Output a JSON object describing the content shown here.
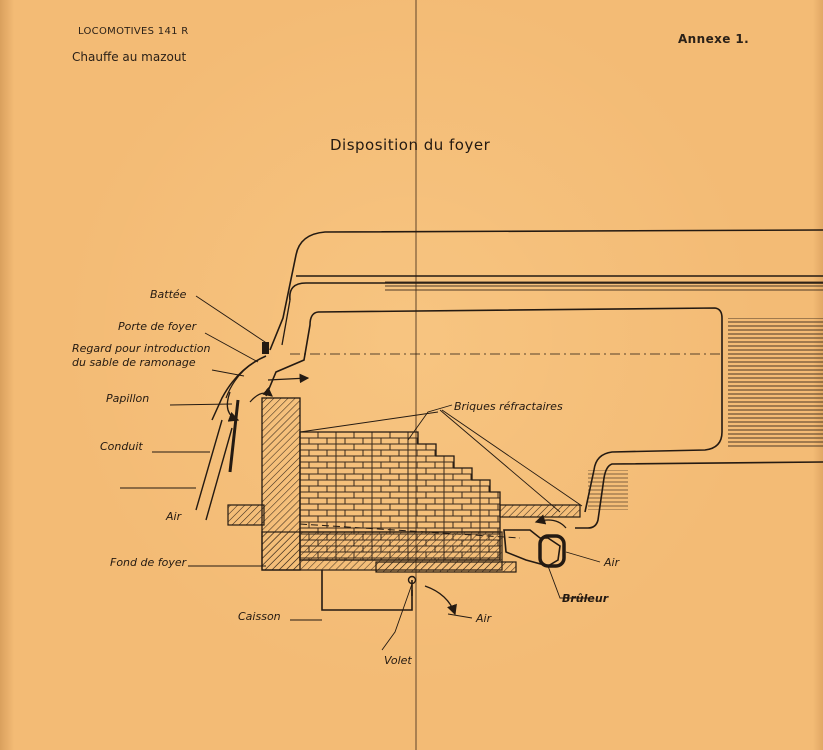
{
  "header": {
    "left_line1": "LOCOMOTIVES 141 R",
    "left_line2": "Chauffe au mazout",
    "right": "Annexe 1."
  },
  "title": "Disposition du foyer",
  "labels": {
    "battee": "Battée",
    "porte_de_foyer": "Porte de foyer",
    "regard_line1": "Regard pour introduction",
    "regard_line2": "du sable de ramonage",
    "papillon": "Papillon",
    "conduit": "Conduit",
    "air_left": "Air",
    "fond_de_foyer": "Fond de foyer",
    "caisson": "Caisson",
    "volet": "Volet",
    "air_bottom": "Air",
    "bruleur": "Brûleur",
    "air_right": "Air",
    "briques_refractaires": "Briques réfractaires"
  },
  "colors": {
    "paper": "#f3bb75",
    "ink": "#241a12"
  }
}
